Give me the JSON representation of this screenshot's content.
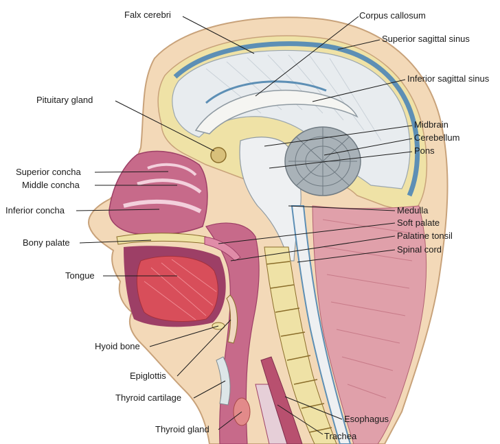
{
  "labels": {
    "falx_cerebri": "Falx cerebri",
    "corpus_callosum": "Corpus callosum",
    "superior_sagittal_sinus": "Superior sagittal sinus",
    "inferior_sagittal_sinus": "Inferior sagittal sinus",
    "pituitary_gland": "Pituitary gland",
    "midbrain": "Midbrain",
    "cerebellum": "Cerebellum",
    "pons": "Pons",
    "superior_concha": "Superior concha",
    "middle_concha": "Middle concha",
    "inferior_concha": "Inferior concha",
    "medulla": "Medulla",
    "soft_palate": "Soft palate",
    "bony_palate": "Bony palate",
    "palatine_tonsil": "Palatine tonsil",
    "spinal_cord": "Spinal cord",
    "tongue": "Tongue",
    "hyoid_bone": "Hyoid bone",
    "epiglottis": "Epiglottis",
    "thyroid_cartilage": "Thyroid cartilage",
    "esophagus": "Esophagus",
    "thyroid_gland": "Thyroid gland",
    "trachea": "Trachea"
  },
  "colors": {
    "skin": "#f3d9b8",
    "skin_outline": "#c8a27a",
    "bone": "#efe2a6",
    "brain": "#e8ecef",
    "brain_shade": "#c9d1d8",
    "venous_sinus": "#5d8fb5",
    "mucosa": "#c76a8a",
    "mucosa_dark": "#9d3f66",
    "muscle": "#e07080",
    "tongue": "#d84e5a",
    "cerebellum": "#a9b2b8"
  }
}
